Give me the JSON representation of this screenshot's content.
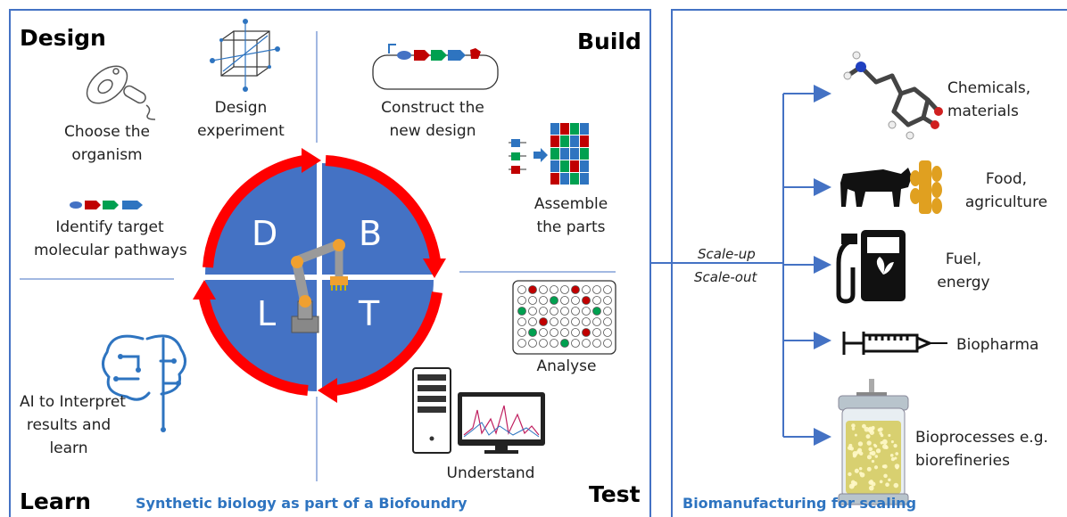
{
  "left_panel": {
    "corners": {
      "design": "Design",
      "build": "Build",
      "learn": "Learn",
      "test": "Test"
    },
    "steps": {
      "choose_organism": [
        "Choose the",
        "organism"
      ],
      "design_experiment": [
        "Design",
        "experiment"
      ],
      "construct_design": [
        "Construct the",
        "new design"
      ],
      "assemble_parts": [
        "Assemble",
        "the parts"
      ],
      "identify_pathways": [
        "Identify target",
        "molecular pathways"
      ],
      "analyse": "Analyse",
      "understand": "Understand",
      "ai_interpret": [
        "AI to Interpret",
        "results and",
        "learn"
      ]
    },
    "quadrant_letters": {
      "d": "D",
      "b": "B",
      "l": "L",
      "t": "T"
    },
    "caption": "Synthetic biology as part of a Biofoundry",
    "colors": {
      "accent": "#4472c4",
      "cycle_arrow": "#ff0000",
      "caption": "#2e74c0"
    }
  },
  "connector": {
    "scale_up": "Scale-up",
    "scale_out": "Scale-out"
  },
  "right_panel": {
    "outputs": [
      {
        "icon": "molecule-icon",
        "lines": [
          "Chemicals,",
          "materials"
        ]
      },
      {
        "icon": "cow-wheat-icon",
        "lines": [
          "Food,",
          "agriculture"
        ]
      },
      {
        "icon": "fuel-pump-icon",
        "lines": [
          "Fuel,",
          "energy"
        ]
      },
      {
        "icon": "syringe-icon",
        "lines": [
          "Biopharma"
        ]
      },
      {
        "icon": "bioreactor-icon",
        "lines": [
          "Bioprocesses e.g.",
          "biorefineries"
        ]
      }
    ],
    "caption": "Biomanufacturing for scaling"
  }
}
